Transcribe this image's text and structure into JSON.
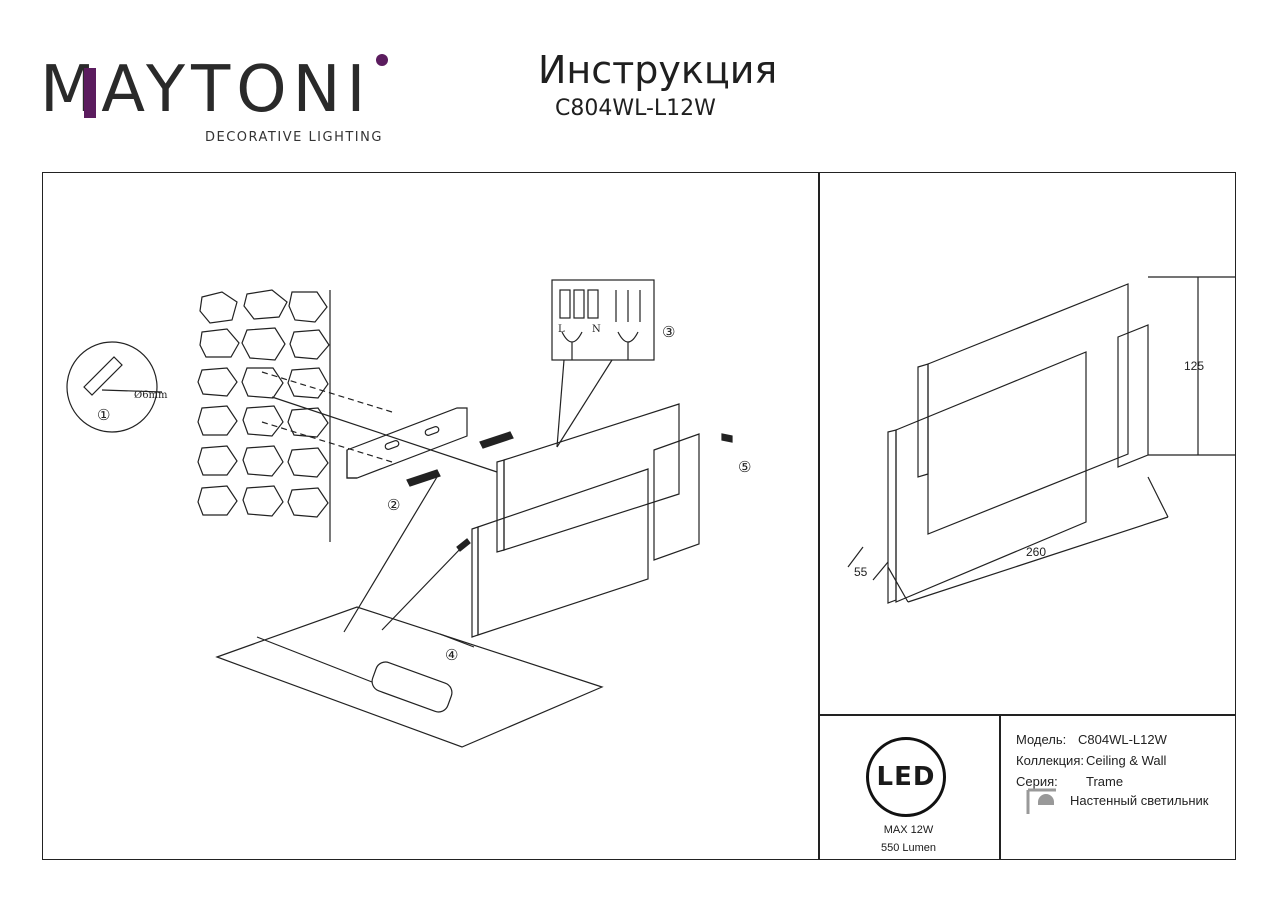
{
  "brand": {
    "name": "MAYTONI",
    "tagline": "DECORATIVE LIGHTING"
  },
  "header": {
    "title": "Инструкция",
    "model": "C804WL-L12W"
  },
  "steps": [
    "①",
    "②",
    "③",
    "④",
    "⑤"
  ],
  "drill_size": "Ø6mm",
  "terminal_labels": [
    "L",
    "N"
  ],
  "dimensions": {
    "height": "125",
    "width": "260",
    "depth": "55"
  },
  "led": {
    "badge": "LED",
    "power": "MAX 12W",
    "lumen": "550 Lumen"
  },
  "specs": {
    "model_label": "Модель:",
    "model_value": "C804WL-L12W",
    "collection_label": "Коллекция:",
    "collection_value": "Ceiling & Wall",
    "series_label": "Серия:",
    "series_value": "Trame",
    "type_value": "Настенный светильник"
  }
}
